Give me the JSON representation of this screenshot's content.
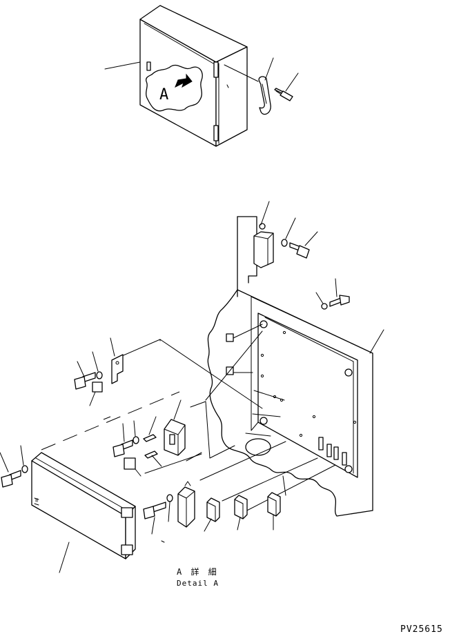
{
  "overview": {
    "callout_letter": "A"
  },
  "detail": {
    "caption_jp": "A 詳 細",
    "caption_en": "Detail A"
  },
  "drawing_number": "PV25615"
}
